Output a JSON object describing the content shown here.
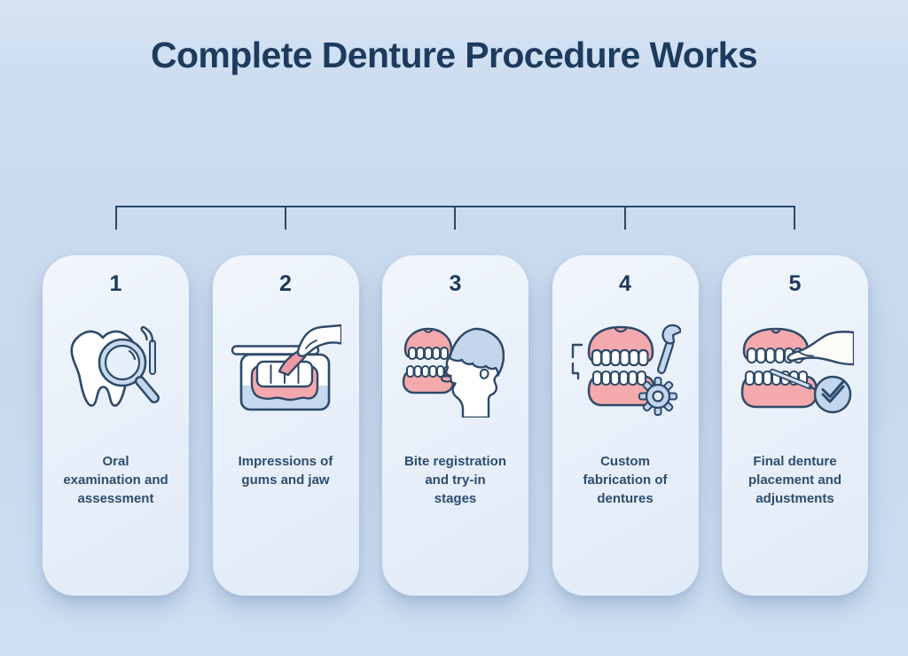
{
  "title": "Complete Denture Procedure Works",
  "colors": {
    "background": "#cdddf0",
    "card": "#e9f0fa",
    "title_navy": "#1d3b5e",
    "text_navy": "#2f4d6d",
    "connector_line": "#2a4768",
    "icon_outline": "#2e4a69",
    "icon_pink": "#f4a9ad",
    "icon_pink_light": "#f8c9cb",
    "icon_blue": "#c2d6ee",
    "icon_white": "#ffffff"
  },
  "steps": [
    {
      "number": "1",
      "icon": "tooth-magnifier-icon",
      "label": "Oral examination and assessment",
      "lines": [
        "Oral",
        "examination and",
        "assessment"
      ]
    },
    {
      "number": "2",
      "icon": "impression-tray-icon",
      "label": "Impressions of gums and jaw",
      "lines": [
        "Impressions of",
        "gums and jaw"
      ]
    },
    {
      "number": "3",
      "icon": "bite-registration-head-icon",
      "label": "Bite registration and try-in stages",
      "lines": [
        "Bite registration",
        "and try-in",
        "stages"
      ]
    },
    {
      "number": "4",
      "icon": "denture-wrench-gear-icon",
      "label": "Custom fabrication of dentures",
      "lines": [
        "Custom",
        "fabrication of",
        "dentures"
      ]
    },
    {
      "number": "5",
      "icon": "denture-placement-check-icon",
      "label": "Final denture placement and adjustments",
      "lines": [
        "Final denture",
        "placement and",
        "adjustments"
      ]
    }
  ]
}
